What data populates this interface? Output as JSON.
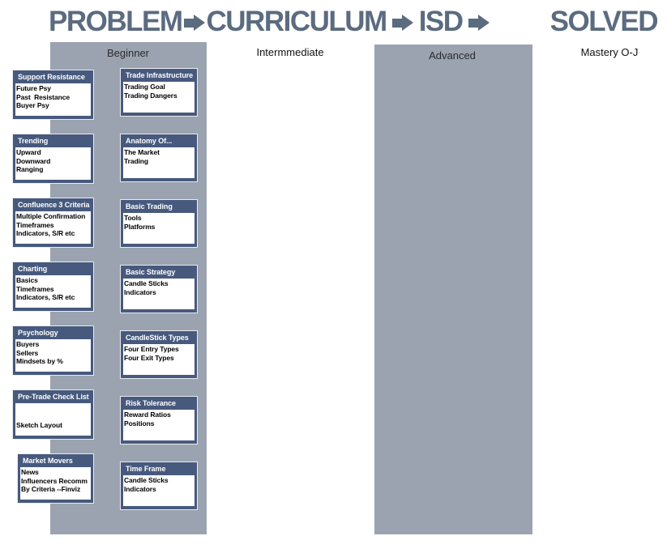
{
  "title": {
    "segments": [
      "PROBLEM",
      "CURRICULUM",
      "ISD",
      "SOLVED"
    ],
    "separator_icon": "right-arrow"
  },
  "columns": [
    {
      "label": "Beginner",
      "has_panel": true
    },
    {
      "label": "Intermmediate",
      "has_panel": false
    },
    {
      "label": "Advanced",
      "has_panel": true
    },
    {
      "label": "Mastery O-J",
      "has_panel": false
    }
  ],
  "card_stacks": {
    "left": [
      {
        "title": "Support Resistance",
        "lines": [
          "Future Psy",
          "Past  Resistance",
          "Buyer Psy"
        ]
      },
      {
        "title": "Trending",
        "lines": [
          "Upward",
          "Downward",
          "Ranging"
        ]
      },
      {
        "title": "Confluence 3 Criteria",
        "lines": [
          "Multiple Confirmation",
          "Timeframes",
          "Indicators, S/R etc"
        ]
      },
      {
        "title": "Charting",
        "lines": [
          "Basics",
          "Timeframes",
          "Indicators, S/R etc"
        ]
      },
      {
        "title": "Psychology",
        "lines": [
          "Buyers",
          "Sellers",
          "Mindsets by %"
        ]
      },
      {
        "title": "Pre-Trade Check List",
        "lines": [
          "",
          "",
          "Sketch Layout"
        ]
      },
      {
        "title": "Market Movers",
        "lines": [
          "News",
          "Influencers Recomm",
          "By Criteria --Finviz"
        ]
      }
    ],
    "beginner": [
      {
        "title": "Trade Infrastructure",
        "lines": [
          "Trading Goal",
          "Trading Dangers"
        ]
      },
      {
        "title": "Anatomy Of...",
        "lines": [
          "The Market",
          "Trading"
        ]
      },
      {
        "title": "Basic Trading",
        "lines": [
          "Tools",
          "Platforms"
        ]
      },
      {
        "title": "Basic Strategy",
        "lines": [
          "Candle Sticks",
          "Indicators"
        ]
      },
      {
        "title": "CandleStick Types",
        "lines": [
          "Four Entry Types",
          "Four Exit Types"
        ]
      },
      {
        "title": "Risk Tolerance",
        "lines": [
          "Reward Ratios",
          "Positions"
        ]
      },
      {
        "title": "Time Frame",
        "lines": [
          "Candle Sticks",
          "Indicators"
        ]
      }
    ]
  },
  "colors": {
    "card_frame": "#47597d",
    "panel_gray": "#9ba3b0",
    "title_color": "#5b6b80"
  }
}
